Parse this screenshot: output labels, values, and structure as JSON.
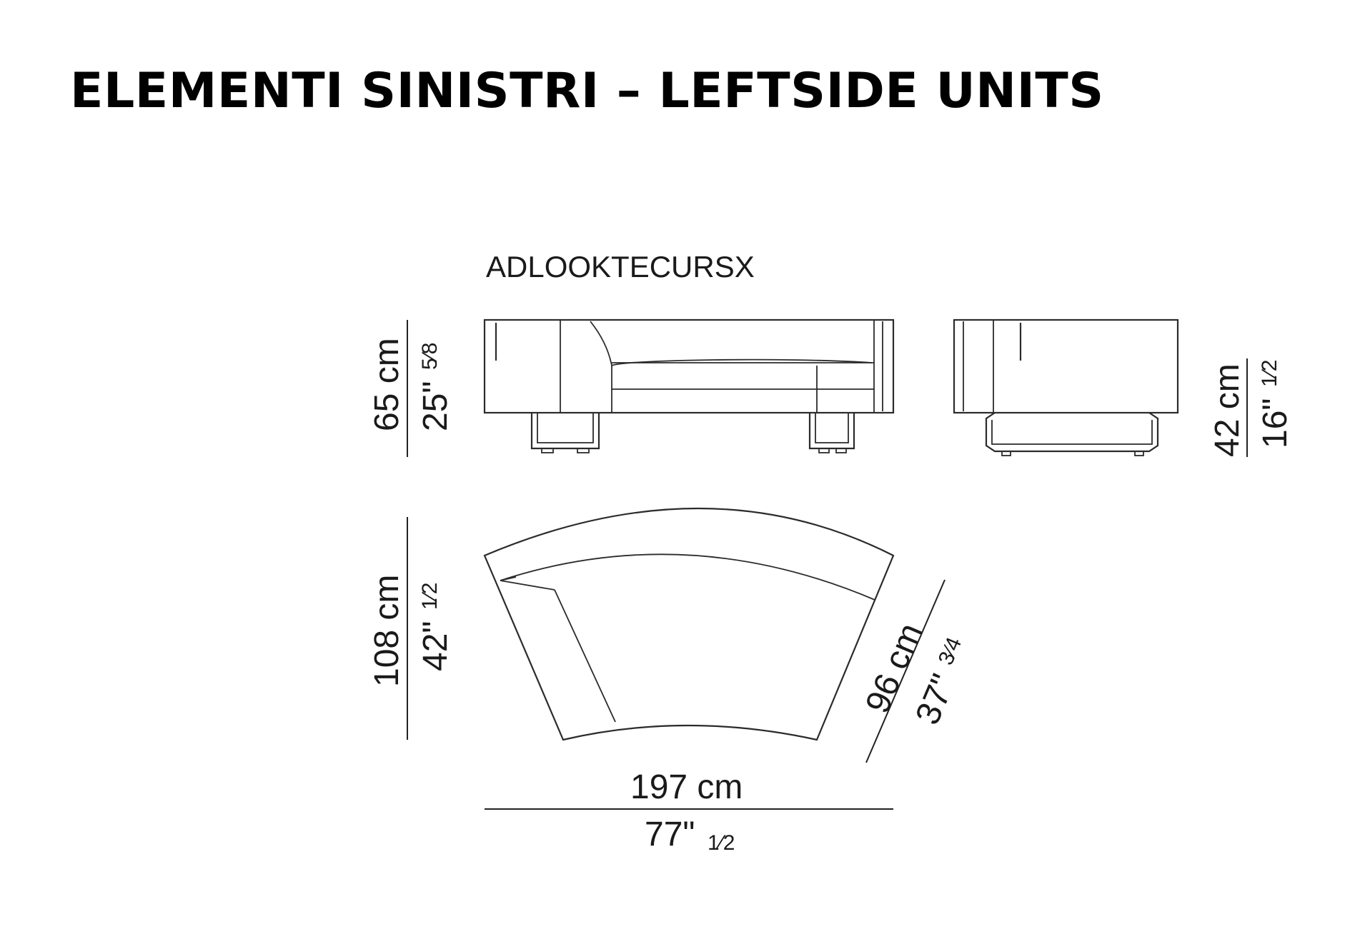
{
  "title": "ELEMENTI SINISTRI – LEFTSIDE UNITS",
  "model_code": "ADLOOKTECURSX",
  "dimensions": {
    "front_height": {
      "metric": "65 cm",
      "imperial": "25\"",
      "fraction": "5⁄8"
    },
    "side_seat_height": {
      "metric": "42 cm",
      "imperial": "16\"",
      "fraction": "1⁄2"
    },
    "plan_depth": {
      "metric": "108 cm",
      "imperial": "42\"",
      "fraction": "1⁄2"
    },
    "plan_side": {
      "metric": "96 cm",
      "imperial": "37\"",
      "fraction": "3⁄4"
    },
    "plan_width": {
      "metric": "197 cm",
      "imperial": "77\"",
      "fraction": "1⁄2"
    }
  }
}
